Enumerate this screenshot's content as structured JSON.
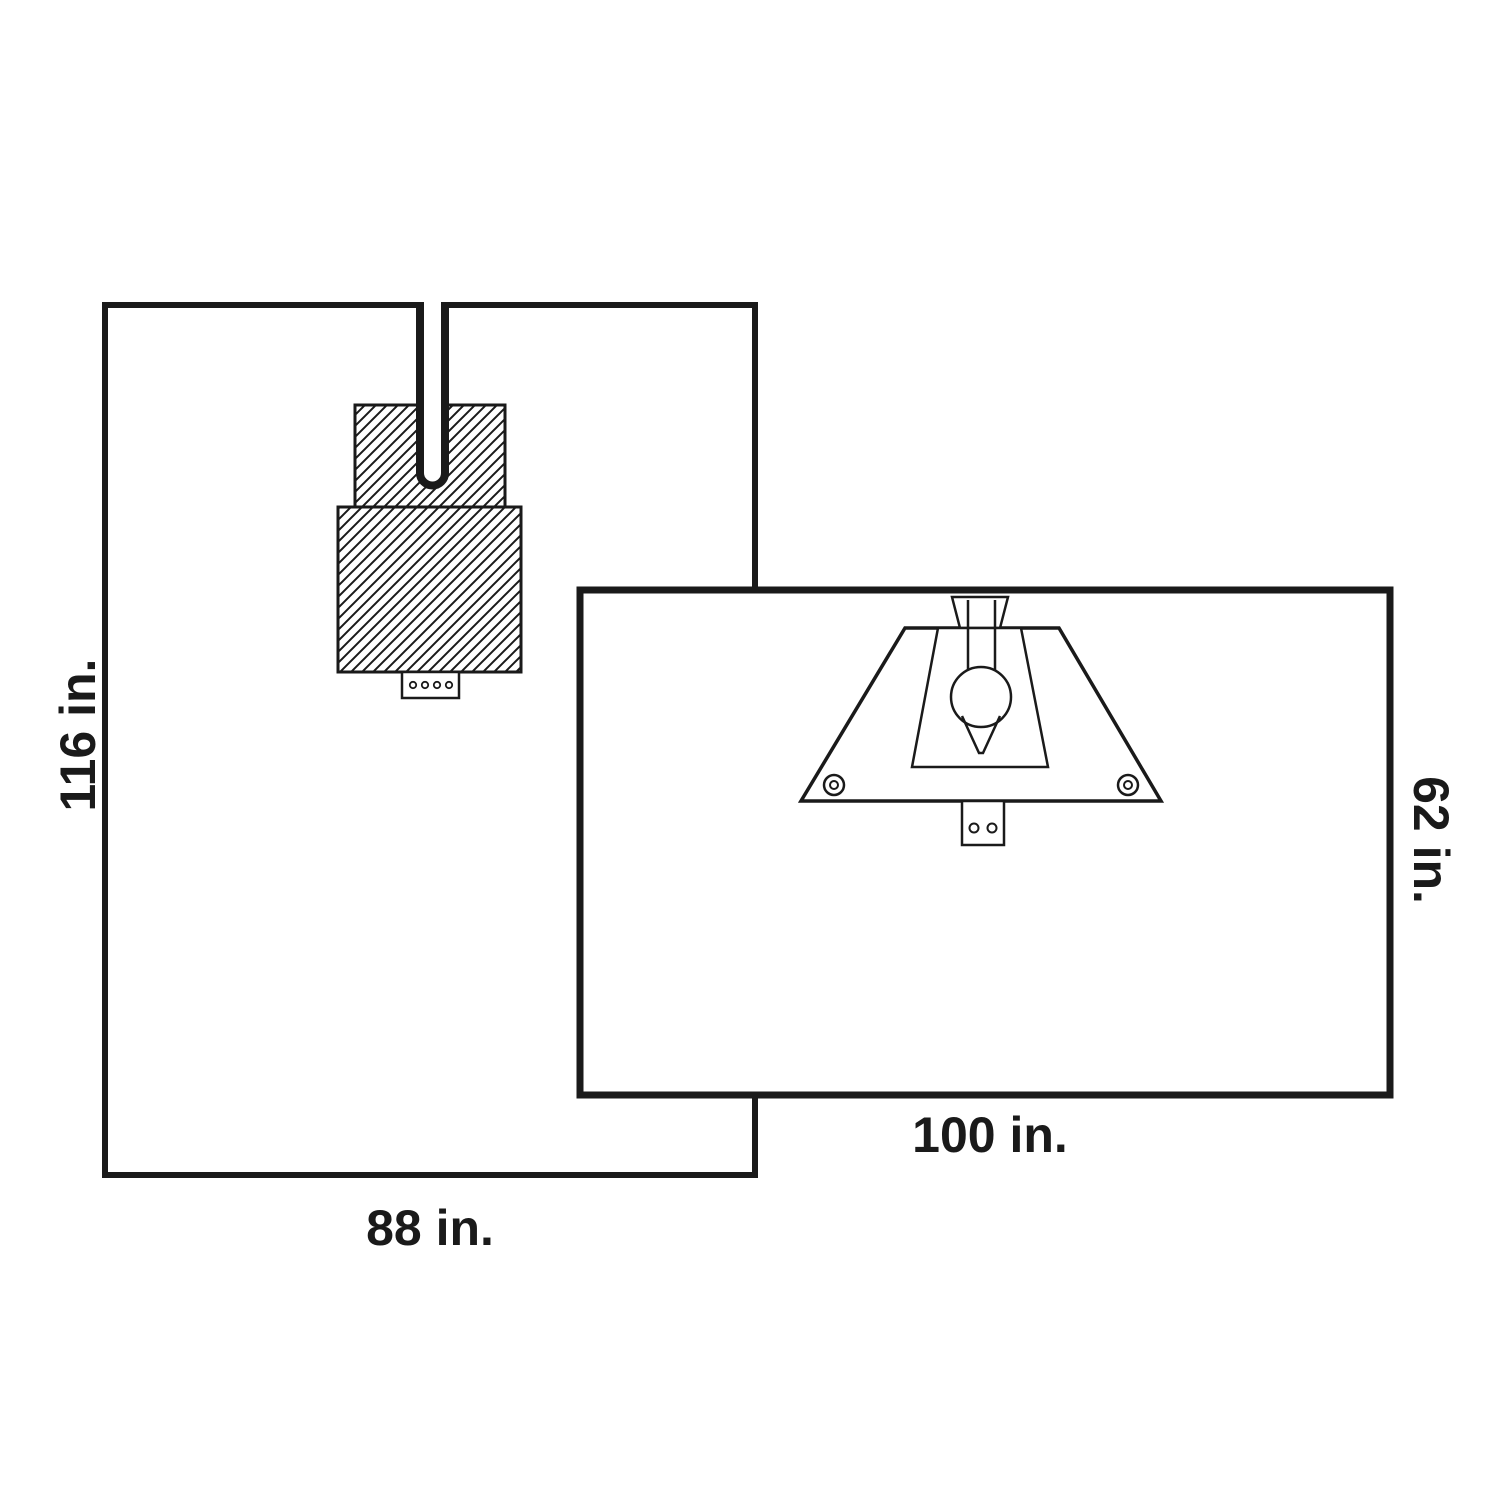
{
  "page": {
    "background": "#ffffff",
    "ink": "#1a1a1a"
  },
  "diagram": {
    "left_panel": {
      "height_label": "116 in.",
      "width_label": "88 in."
    },
    "right_panel": {
      "height_label": "62 in.",
      "width_label": "100 in."
    }
  }
}
